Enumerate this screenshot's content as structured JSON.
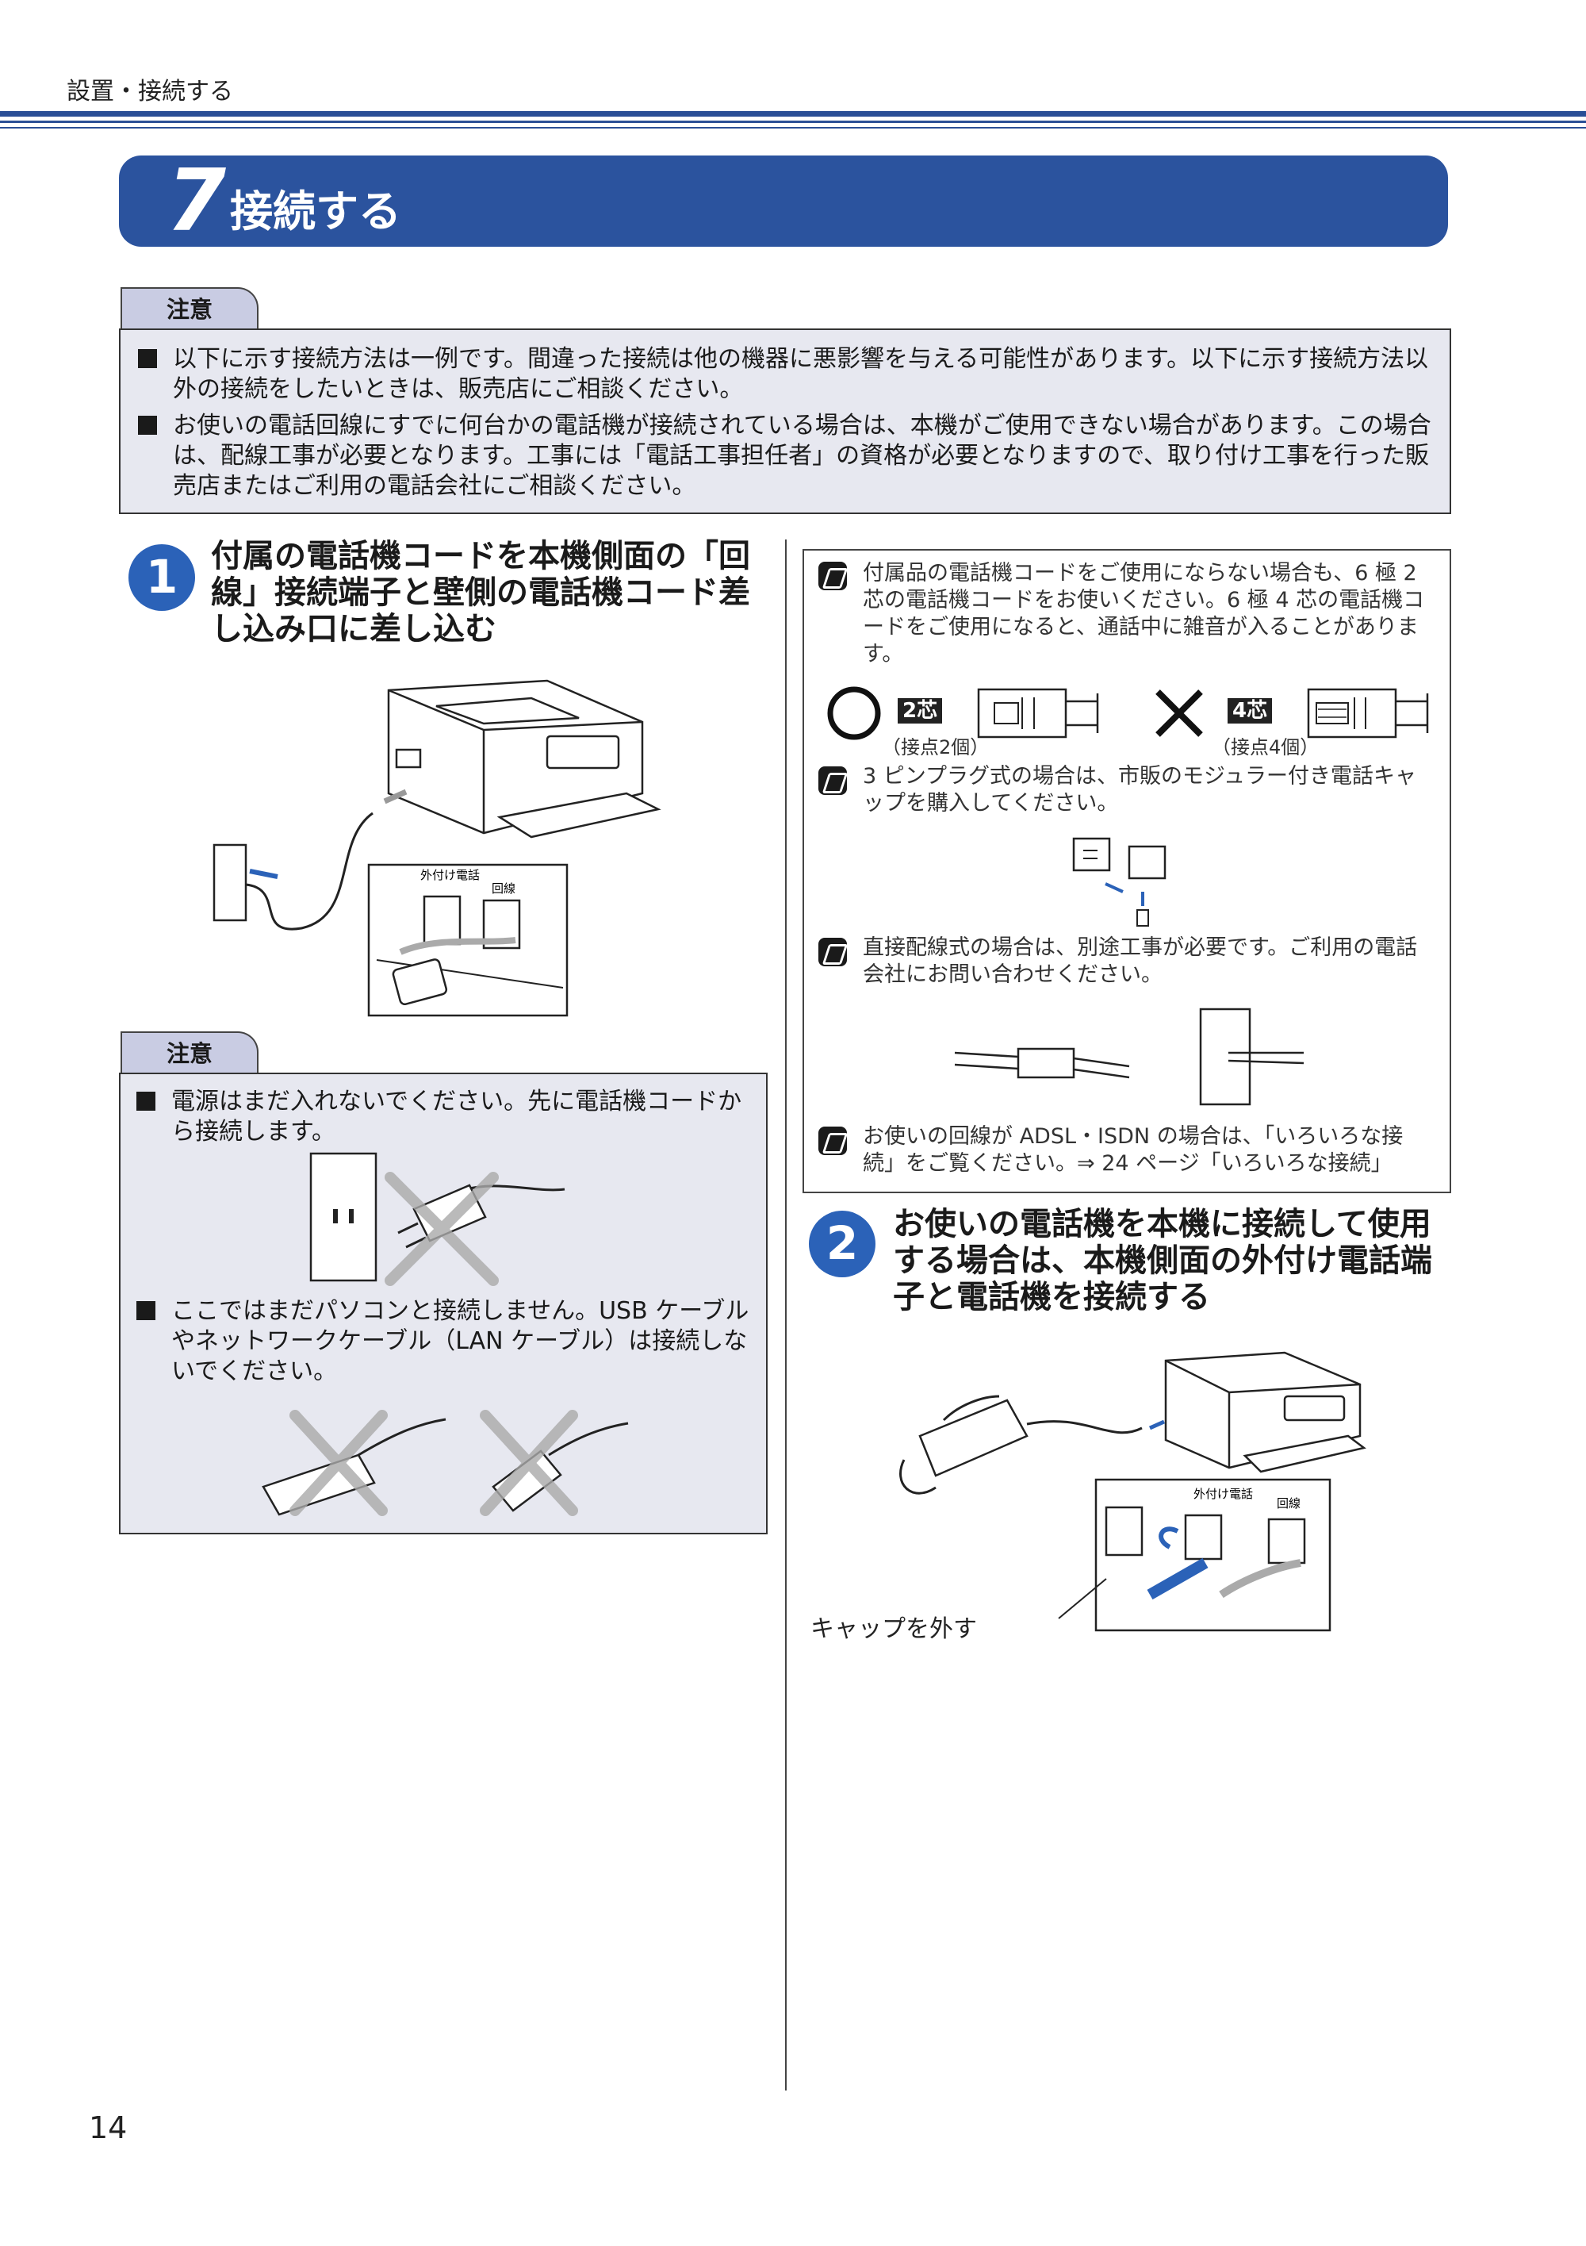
{
  "header": {
    "section": "設置・接続する"
  },
  "chapter": {
    "number": "7",
    "title": "接続する"
  },
  "caution_top": {
    "label": "注意",
    "items": [
      "以下に示す接続方法は一例です。間違った接続は他の機器に悪影響を与える可能性があります。以下に示す接続方法以外の接続をしたいときは、販売店にご相談ください。",
      "お使いの電話回線にすでに何台かの電話機が接続されている場合は、本機がご使用できない場合があります。この場合は、配線工事が必要となります。工事には「電話工事担任者」の資格が必要となりますので、取り付け工事を行った販売店またはご利用の電話会社にご相談ください。"
    ]
  },
  "step1": {
    "number": "1",
    "title": "付属の電話機コードを本機側面の「回線」接続端子と壁側の電話機コード差し込み口に差し込む",
    "illustration_labels": {
      "external_phone": "外付け電話",
      "line": "回線"
    }
  },
  "caution_step1": {
    "label": "注意",
    "items": [
      "電源はまだ入れないでください。先に電話機コードから接続します。",
      "ここではまだパソコンと接続しません。USB ケーブルやネットワークケーブル（LAN ケーブル）は接続しないでください。"
    ]
  },
  "notes": {
    "memo1": "付属品の電話機コードをご使用にならない場合も、6 極 2 芯の電話機コードをお使いください。6 極 4 芯の電話機コードをご使用になると、通話中に雑音が入ることがあります。",
    "ok": {
      "tag": "2芯",
      "caption": "（接点2個）"
    },
    "ng": {
      "tag": "4芯",
      "caption": "（接点4個）"
    },
    "memo2": "3 ピンプラグ式の場合は、市販のモジュラー付き電話キャップを購入してください。",
    "memo3": "直接配線式の場合は、別途工事が必要です。ご利用の電話会社にお問い合わせください。",
    "memo4": "お使いの回線が ADSL・ISDN の場合は、「いろいろな接続」をご覧ください。⇒ 24 ページ「いろいろな接続」"
  },
  "step2": {
    "number": "2",
    "title": "お使いの電話機を本機に接続して使用する場合は、本機側面の外付け電話端子と電話機を接続する",
    "illustration_labels": {
      "external_phone": "外付け電話",
      "line": "回線",
      "remove_cap": "キャップを外す"
    }
  },
  "footer": {
    "page_number": "14"
  }
}
